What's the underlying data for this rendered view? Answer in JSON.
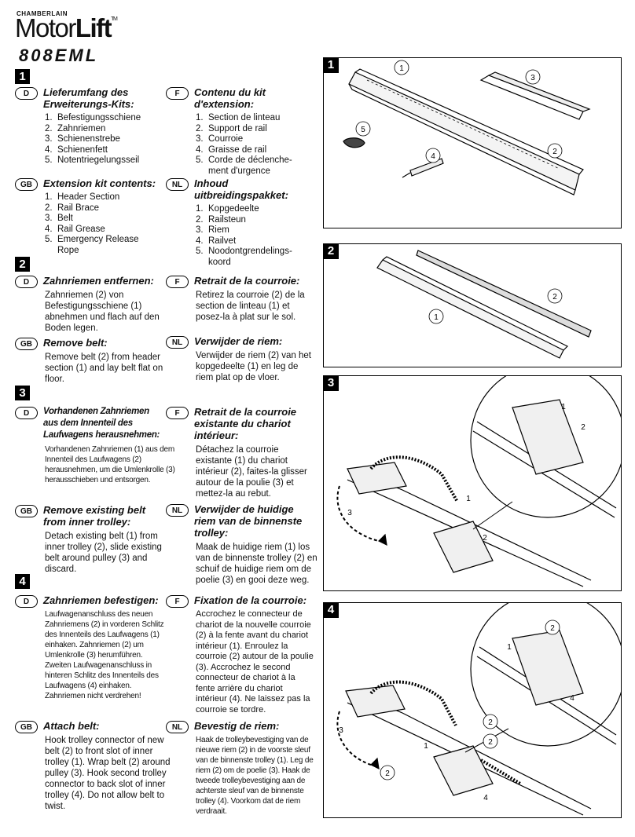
{
  "brand_small": "CHAMBERLAIN",
  "brand_light": "Motor",
  "brand_bold": "Lift",
  "brand_tm": "TM",
  "model": "808EML",
  "steps": [
    {
      "num": "1"
    },
    {
      "num": "2"
    },
    {
      "num": "3"
    },
    {
      "num": "4"
    }
  ],
  "s1": {
    "D": {
      "lang": "D",
      "title": "Lieferumfang des Erweiterungs-Kits:",
      "items": [
        "Befestigungsschiene",
        "Zahnriemen",
        "Schienenstrebe",
        "Schienenfett",
        "Notentriegelungsseil"
      ]
    },
    "F": {
      "lang": "F",
      "title": "Contenu du kit d'extension:",
      "items": [
        "Section de linteau",
        "Support de rail",
        "Courroie",
        "Graisse de rail",
        "Corde de déclenche-ment d'urgence"
      ]
    },
    "GB": {
      "lang": "GB",
      "title": "Extension kit contents:",
      "items": [
        "Header Section",
        "Rail Brace",
        "Belt",
        "Rail Grease",
        "Emergency Release Rope"
      ]
    },
    "NL": {
      "lang": "NL",
      "title": "Inhoud uitbreidingspakket:",
      "items": [
        "Kopgedeelte",
        "Railsteun",
        "Riem",
        "Railvet",
        "Noodontgrendelings-koord"
      ]
    }
  },
  "s2": {
    "D": {
      "lang": "D",
      "title": "Zahnriemen entfernen:",
      "body": "Zahnriemen (2) von Befestigungsschiene (1) abnehmen und flach auf den Boden legen."
    },
    "F": {
      "lang": "F",
      "title": "Retrait de la courroie:",
      "body": "Retirez la courroie (2) de la section de linteau (1) et posez-la à plat sur le sol."
    },
    "GB": {
      "lang": "GB",
      "title": "Remove belt:",
      "body": "Remove belt (2) from header section (1) and lay belt flat on floor."
    },
    "NL": {
      "lang": "NL",
      "title": "Verwijder de riem:",
      "body": "Verwijder de riem (2) van het kopgedeelte (1) en leg de riem plat op de vloer."
    }
  },
  "s3": {
    "D": {
      "lang": "D",
      "title": "Vorhandenen Zahnriemen aus dem Innenteil des Laufwagens herausnehmen:",
      "body": "Vorhandenen Zahnriemen (1) aus dem Innenteil des Laufwagens (2) herausnehmen, um die Umlenkrolle (3) herausschieben und entsorgen."
    },
    "F": {
      "lang": "F",
      "title": "Retrait de la courroie existante du chariot intérieur:",
      "body": "Détachez la courroie existante (1) du chariot intérieur (2), faites-la glisser autour de la poulie (3) et mettez-la au rebut."
    },
    "GB": {
      "lang": "GB",
      "title": "Remove existing belt from inner trolley:",
      "body": "Detach existing belt (1) from inner trolley (2), slide existing belt around pulley (3) and discard."
    },
    "NL": {
      "lang": "NL",
      "title": "Verwijder de huidige riem van de binnenste trolley:",
      "body": "Maak de huidige riem (1) los van de binnenste trolley (2) en schuif de huidige riem om de poelie (3) en gooi deze weg."
    }
  },
  "s4": {
    "D": {
      "lang": "D",
      "title": "Zahnriemen befestigen:",
      "body": "Laufwagenanschluss des neuen Zahnriemens (2) in vorderen Schlitz des Innenteils des Laufwagens (1) einhaken. Zahnriemen (2) um Umlenkrolle (3) herumführen. Zweiten Laufwagenanschluss in hinteren Schlitz des Innenteils des Laufwagens (4) einhaken. Zahnriemen nicht verdrehen!"
    },
    "F": {
      "lang": "F",
      "title": "Fixation de la courroie:",
      "body": "Accrochez le connecteur de chariot de la nouvelle courroie (2) à la fente avant du chariot intérieur (1). Enroulez la courroie (2) autour de la poulie (3). Accrochez le second connecteur de chariot à la fente arrière du chariot intérieur (4). Ne laissez pas la courroie se tordre."
    },
    "GB": {
      "lang": "GB",
      "title": "Attach belt:",
      "body": "Hook trolley connector of new belt (2) to front slot of inner trolley (1). Wrap belt (2) around pulley (3). Hook second trolley connector to back slot of inner trolley (4). Do not allow belt to twist."
    },
    "NL": {
      "lang": "NL",
      "title": "Bevestig de riem:",
      "body": "Haak de trolleybevestiging van de nieuwe riem (2) in de voorste sleuf van de binnenste trolley (1). Leg de riem (2) om de poelie (3). Haak de tweede trolleybevestiging aan de achterste sleuf van de binnenste trolley (4). Voorkom dat de riem verdraait."
    }
  },
  "panels": {
    "p1": {
      "num": "1",
      "callouts": [
        "1",
        "2",
        "3",
        "4",
        "5"
      ]
    },
    "p2": {
      "num": "2",
      "callouts": [
        "1",
        "2"
      ]
    },
    "p3": {
      "num": "3",
      "callouts": [
        "1",
        "2",
        "1",
        "2",
        "3"
      ]
    },
    "p4": {
      "num": "4",
      "callouts": [
        "1",
        "2",
        "4",
        "1",
        "2",
        "3",
        "2",
        "4",
        "2"
      ]
    }
  }
}
